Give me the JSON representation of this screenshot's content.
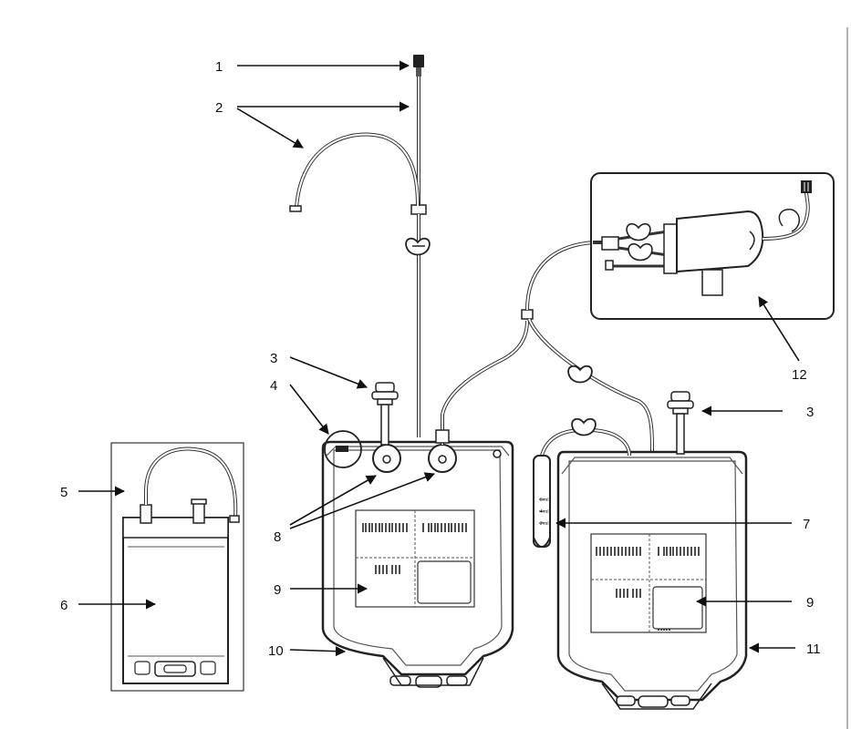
{
  "callouts": [
    "1",
    "2",
    "3",
    "4",
    "5",
    "6",
    "7",
    "8",
    "9",
    "10",
    "11",
    "12"
  ],
  "graduations": [
    "6 ml",
    "4 ml",
    "2 ml"
  ]
}
